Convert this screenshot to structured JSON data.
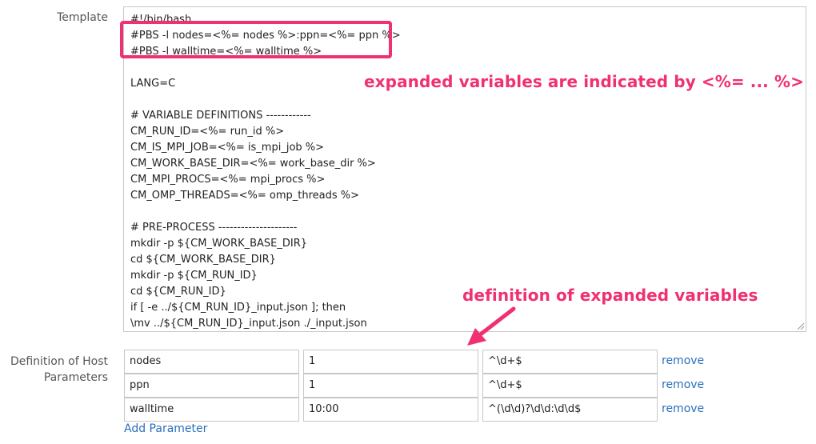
{
  "form": {
    "template_label": "Template",
    "host_params_label_line1": "Definition of Host",
    "host_params_label_line2": "Parameters",
    "template_lines": [
      "#!/bin/bash",
      "#PBS -l nodes=<%= nodes %>:ppn=<%= ppn %>",
      "#PBS -l walltime=<%= walltime %>",
      "",
      "LANG=C",
      "",
      "# VARIABLE DEFINITIONS ------------",
      "CM_RUN_ID=<%= run_id %>",
      "CM_IS_MPI_JOB=<%= is_mpi_job %>",
      "CM_WORK_BASE_DIR=<%= work_base_dir %>",
      "CM_MPI_PROCS=<%= mpi_procs %>",
      "CM_OMP_THREADS=<%= omp_threads %>",
      "",
      "# PRE-PROCESS ---------------------",
      "mkdir -p ${CM_WORK_BASE_DIR}",
      "cd ${CM_WORK_BASE_DIR}",
      "mkdir -p ${CM_RUN_ID}",
      "cd ${CM_RUN_ID}",
      "if [ -e ../${CM_RUN_ID}_input.json ]; then",
      "\\mv ../${CM_RUN_ID}_input.json ./_input.json"
    ],
    "params": [
      {
        "name": "nodes",
        "value": "1",
        "format": "^\\d+$",
        "remove_label": "remove"
      },
      {
        "name": "ppn",
        "value": "1",
        "format": "^\\d+$",
        "remove_label": "remove"
      },
      {
        "name": "walltime",
        "value": "10:00",
        "format": "^(\\d\\d)?\\d\\d:\\d\\d$",
        "remove_label": "remove"
      }
    ],
    "add_param_label": "Add Parameter"
  },
  "annotations": {
    "expanded_vars": "expanded variables are indicated by <%= ... %>",
    "definition": "definition of expanded variables"
  },
  "colors": {
    "annotation": "#f0306f",
    "link": "#2a6ebb",
    "label": "#555555",
    "border": "#c8c8c8"
  }
}
